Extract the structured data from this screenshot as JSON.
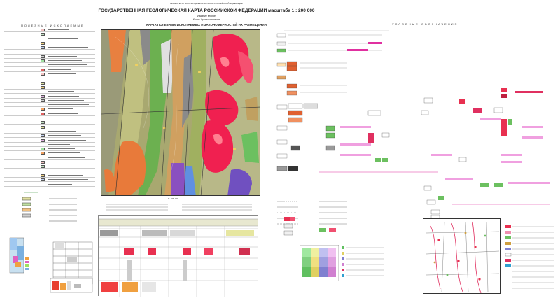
{
  "header": {
    "ministry": "МИНИСТЕРСТВО ПРИРОДНЫХ РЕСУРСОВ РОССИЙСКОЙ ФЕДЕРАЦИИ",
    "title": "ГОСУДАРСТВЕННАЯ ГЕОЛОГИЧЕСКАЯ КАРТА РОССИЙСКОЙ ФЕДЕРАЦИИ масштаба 1 : 200 000",
    "series_1": "Издание второе",
    "series_2": "Южно-Уральская серия",
    "map_name": "КАРТА ПОЛЕЗНЫХ ИСКОПАЕМЫХ И ЗАКОНОМЕРНОСТЕЙ ИХ РАЗМЕЩЕНИЯ",
    "sheet": "N-40-XXXVI"
  },
  "left_legend": {
    "title": "ПОЛЕЗНЫЕ ИСКОПАЕМЫЕ"
  },
  "map": {
    "scale_label": "1 : 200 000"
  },
  "right_legend": {
    "title": "УСЛОВНЫЕ ОБОЗНАЧЕНИЯ"
  },
  "colors": {
    "granite_red": "#f02050",
    "magenta": "#e0309a",
    "orange": "#e88040",
    "green": "#6cc060",
    "olive": "#a0b060",
    "grey": "#8a8a8a",
    "purple": "#8a50c0",
    "blue": "#4090d0",
    "yellow": "#f0d060",
    "beige": "#e8d0a0"
  }
}
